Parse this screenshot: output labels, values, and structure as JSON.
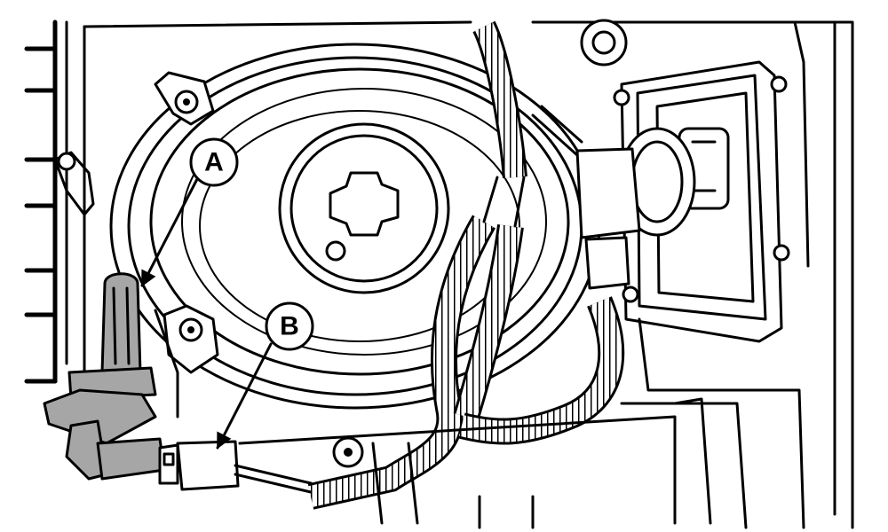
{
  "figure": {
    "callouts": [
      {
        "id": "a",
        "label": "A"
      },
      {
        "id": "b",
        "label": "B"
      }
    ],
    "colors": {
      "line": "#000000",
      "background": "#ffffff",
      "highlight_part": "#a6a6a6"
    }
  }
}
